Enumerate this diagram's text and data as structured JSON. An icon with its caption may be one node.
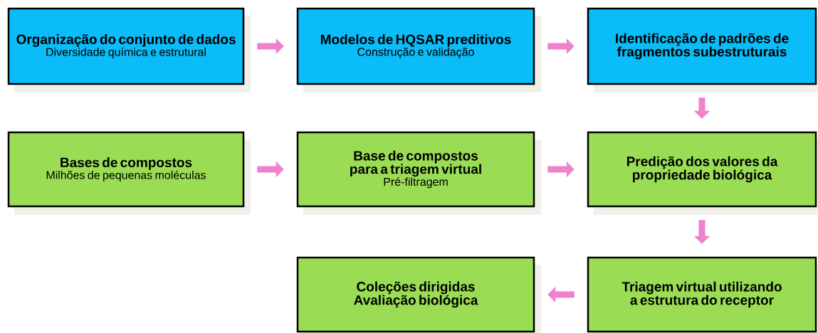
{
  "diagram": {
    "nodes": [
      {
        "text": [
          "Organização do conjunto de dados",
          "Diversidade química e estrutural"
        ]
      },
      {
        "text": [
          "Modelos de HQSAR preditivos",
          "Construção e validação"
        ]
      },
      {
        "text": [
          "Identificação de padrões de fragmentos subestruturais"
        ]
      },
      {
        "text": [
          "Bases de compostos",
          "Milhões de pequenas moléculas"
        ]
      },
      {
        "text": [
          "Base de compostos para a triagem virtual",
          "Pré-filtragem"
        ]
      },
      {
        "text": [
          "Predição dos valores da propriedade biológica"
        ]
      },
      {
        "text": [
          "Coleções dirigidas",
          "Avaliação biológica"
        ]
      },
      {
        "text": [
          "Triagem virtual utilizando a estrutura do receptor"
        ]
      }
    ],
    "edges": [
      {
        "from": 0,
        "to": 1,
        "arrow": "to"
      },
      {
        "from": 1,
        "to": 2,
        "arrow": "to"
      },
      {
        "from": 2,
        "to": 5,
        "arrow": "to"
      },
      {
        "from": 3,
        "to": 4,
        "arrow": "to"
      },
      {
        "from": 4,
        "to": 5,
        "arrow": "to"
      },
      {
        "from": 5,
        "to": 7,
        "arrow": "to"
      },
      {
        "from": 7,
        "to": 6,
        "arrow": "to"
      }
    ]
  }
}
